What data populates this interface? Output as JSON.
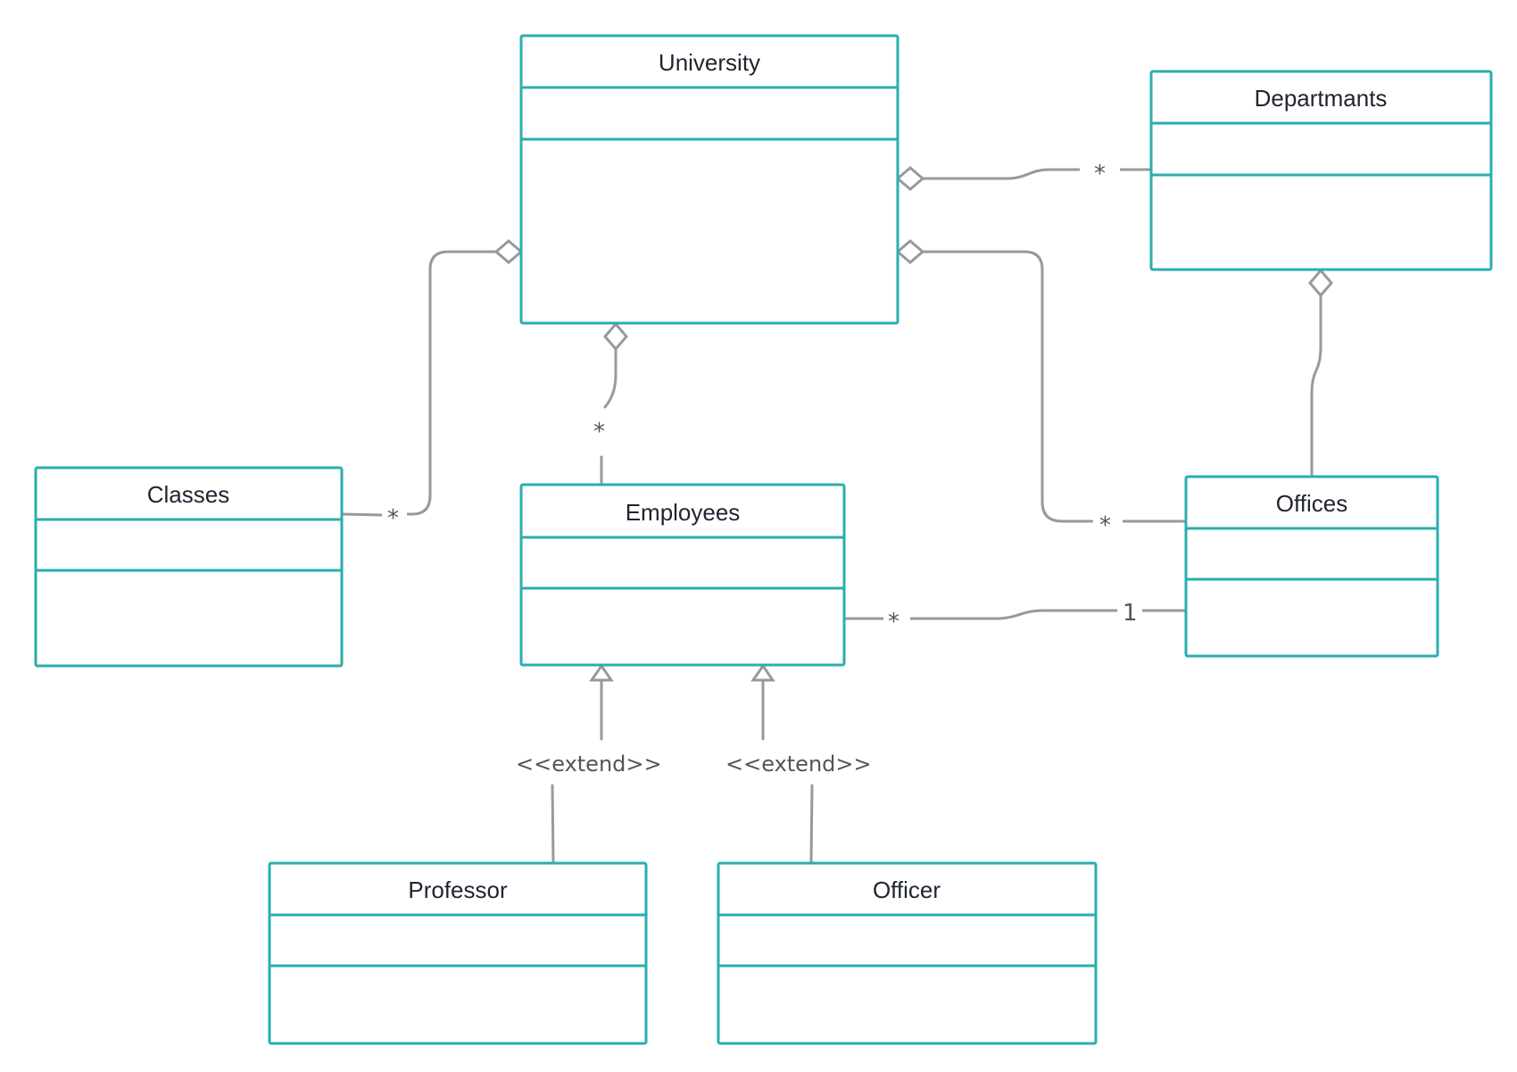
{
  "classes": {
    "university": {
      "name": "University"
    },
    "departments": {
      "name": "Departmants"
    },
    "classes": {
      "name": "Classes"
    },
    "employees": {
      "name": "Employees"
    },
    "offices": {
      "name": "Offices"
    },
    "professor": {
      "name": "Professor"
    },
    "officer": {
      "name": "Officer"
    }
  },
  "associations": {
    "university_departments": {
      "multiplicity": "*"
    },
    "university_classes": {
      "multiplicity": "*"
    },
    "university_employees": {
      "multiplicity": "*"
    },
    "university_offices": {
      "multiplicity": "*"
    },
    "employees_offices": {
      "multiplicity_employees": "*",
      "multiplicity_offices": "1"
    },
    "departments_offices": {}
  },
  "generalizations": {
    "professor_employees": {
      "stereotype": "<<extend>>"
    },
    "officer_employees": {
      "stereotype": "<<extend>>"
    }
  },
  "colors": {
    "class_border": "#2aaeae",
    "connector": "#999999",
    "text": "#1f2430",
    "label": "#555555"
  }
}
